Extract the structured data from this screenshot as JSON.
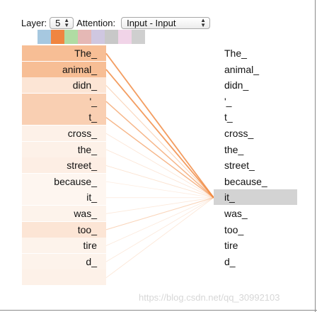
{
  "controls": {
    "layer_label": "Layer:",
    "layer_value": "5",
    "attention_label": "Attention:",
    "attention_value": "Input - Input"
  },
  "head_colors": [
    "#a6c8e0",
    "#f08540",
    "#b0dca3",
    "#e5b8b5",
    "#cfc7e0",
    "#c8c8c8",
    "#f1d4e8",
    "#cfcfcf"
  ],
  "active_head_index": 1,
  "left_tokens": [
    {
      "text": "The_",
      "weight": 0.55
    },
    {
      "text": "animal_",
      "weight": 0.55
    },
    {
      "text": "didn_",
      "weight": 0.22
    },
    {
      "text": "'_",
      "weight": 0.4
    },
    {
      "text": "t_",
      "weight": 0.4
    },
    {
      "text": "cross_",
      "weight": 0.12
    },
    {
      "text": "the_",
      "weight": 0.12
    },
    {
      "text": "street_",
      "weight": 0.14
    },
    {
      "text": "because_",
      "weight": 0.08
    },
    {
      "text": "it_",
      "weight": 0.08
    },
    {
      "text": "was_",
      "weight": 0.1
    },
    {
      "text": "too_",
      "weight": 0.22
    },
    {
      "text": "tire",
      "weight": 0.1
    },
    {
      "text": "d_",
      "weight": 0.1
    },
    {
      "text": "",
      "weight": 0.12
    }
  ],
  "right_tokens": [
    {
      "text": "The_"
    },
    {
      "text": "animal_"
    },
    {
      "text": "didn_"
    },
    {
      "text": "'_"
    },
    {
      "text": "t_"
    },
    {
      "text": "cross_"
    },
    {
      "text": "the_"
    },
    {
      "text": "street_"
    },
    {
      "text": "because_"
    },
    {
      "text": "it_"
    },
    {
      "text": "was_"
    },
    {
      "text": "too_"
    },
    {
      "text": "tire"
    },
    {
      "text": "d_"
    }
  ],
  "selected_right_index": 9,
  "attention_color": "#f0883e",
  "watermark": "https://blog.csdn.net/qq_30992103"
}
